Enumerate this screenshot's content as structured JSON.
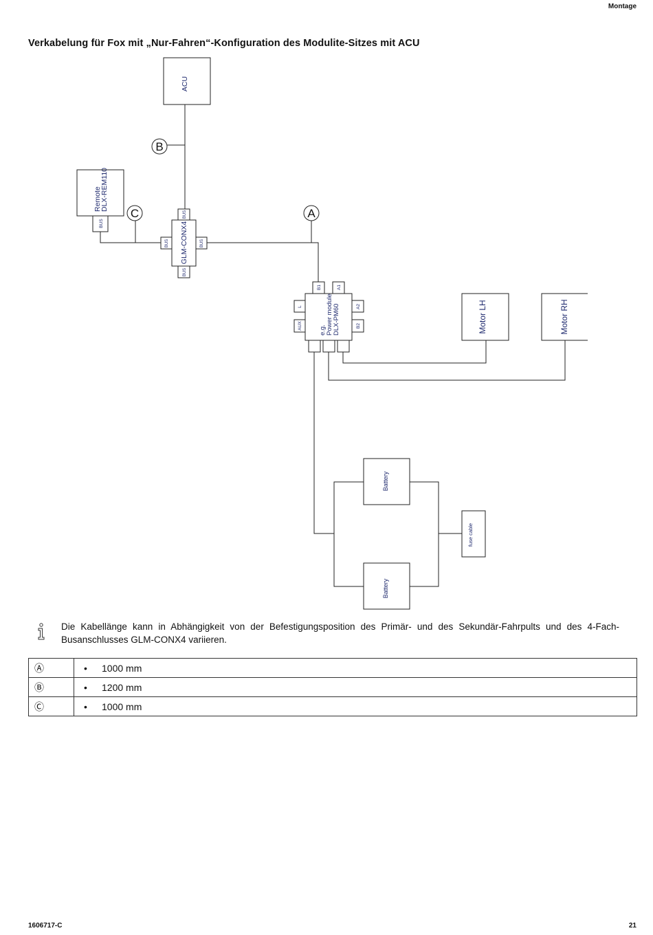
{
  "header": {
    "section": "Montage"
  },
  "title": "Verkabelung für Fox mit „Nur-Fahren“-Konfiguration des Modulite-Sitzes mit ACU",
  "diagram": {
    "acu": "ACU",
    "remote_line1": "Remote",
    "remote_line2": "DLX-REM110",
    "remote_bus": "BUS",
    "conx": "GLM-CONX4",
    "conx_bus_top": "BUS",
    "conx_bus_left": "BUS",
    "conx_bus_right": "BUS",
    "conx_bus_bottom": "BUS",
    "pm_line1": "e.g.",
    "pm_line2": "Power module",
    "pm_line3": "DLX-PM60",
    "pm_b1": "B1",
    "pm_a1": "A1",
    "pm_l": "L",
    "pm_aux": "AUX",
    "pm_a2": "A2",
    "pm_b2": "B2",
    "motor_lh": "Motor LH",
    "motor_rh": "Motor RH",
    "battery_top": "Battery",
    "battery_bottom": "Battery",
    "fuse": "fuse cable",
    "label_a": "A",
    "label_b": "B",
    "label_c": "C"
  },
  "note": "Die Kabellänge kann in Abhängigkeit von der Befestigungsposition des Primär- und des Sekundär-Fahrpults und des 4-Fach-Busanschlusses GLM-CONX4 variieren.",
  "legend": [
    {
      "key": "Ⓐ",
      "bullet": "•",
      "value": "1000  mm"
    },
    {
      "key": "Ⓑ",
      "bullet": "•",
      "value": "1200  mm"
    },
    {
      "key": "Ⓒ",
      "bullet": "•",
      "value": "1000  mm"
    }
  ],
  "footer": {
    "doc_id": "1606717-C",
    "page": "21"
  }
}
